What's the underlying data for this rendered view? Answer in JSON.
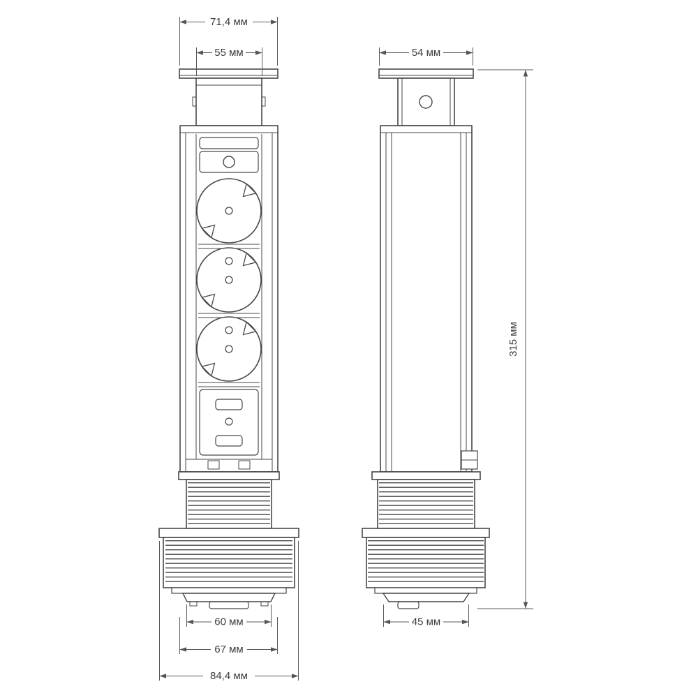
{
  "units": "мм",
  "dimensions": {
    "lid_width_front": "71,4 мм",
    "head_width_front": "55 мм",
    "lid_depth_side": "54 мм",
    "total_height": "315 мм",
    "thread_diameter": "60 мм",
    "collar_diameter": "67 мм",
    "flange_ring_diameter": "84,4 мм",
    "base_depth_side": "45 мм"
  }
}
